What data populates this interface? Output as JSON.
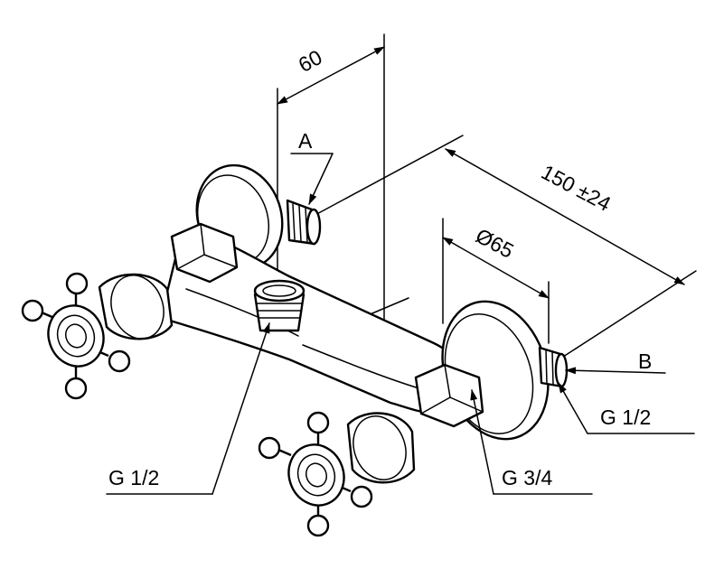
{
  "dimensions": {
    "offset": "60",
    "length": "150 ±24",
    "diameter": "Ø65"
  },
  "labels": {
    "marker_a": "A",
    "marker_b": "B",
    "thread_bottom_left": "G 1/2",
    "thread_right": "G 1/2",
    "thread_escutcheon": "G 3/4"
  }
}
